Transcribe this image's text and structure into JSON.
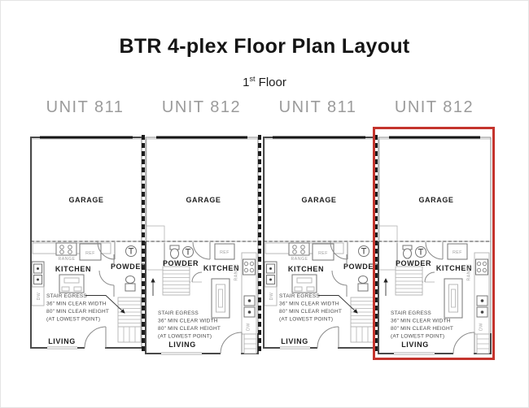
{
  "header": {
    "title": "BTR 4-plex Floor Plan Layout",
    "floor_number": "1",
    "floor_suffix": "st",
    "floor_word": "Floor"
  },
  "units": [
    {
      "label": "UNIT 811",
      "type": "A",
      "highlighted": false
    },
    {
      "label": "UNIT 812",
      "type": "B",
      "highlighted": false
    },
    {
      "label": "UNIT 811",
      "type": "A",
      "highlighted": false
    },
    {
      "label": "UNIT 812",
      "type": "B",
      "highlighted": true
    }
  ],
  "plan": {
    "rooms": {
      "garage": "GARAGE",
      "kitchen": "KITCHEN",
      "powder": "POWDER",
      "living": "LIVING"
    },
    "appliances": {
      "range": "RANGE",
      "ref": "REF",
      "dw": "DW"
    },
    "stair_note": {
      "line1": "STAIR EGRESS",
      "line2": "36\" MIN CLEAR WIDTH",
      "line3": "80\" MIN CLEAR HEIGHT",
      "line4": "(AT LOWEST POINT)"
    }
  },
  "colors": {
    "highlight": "#c4342d",
    "unit_label": "#9b9b9b",
    "title": "#151515"
  }
}
